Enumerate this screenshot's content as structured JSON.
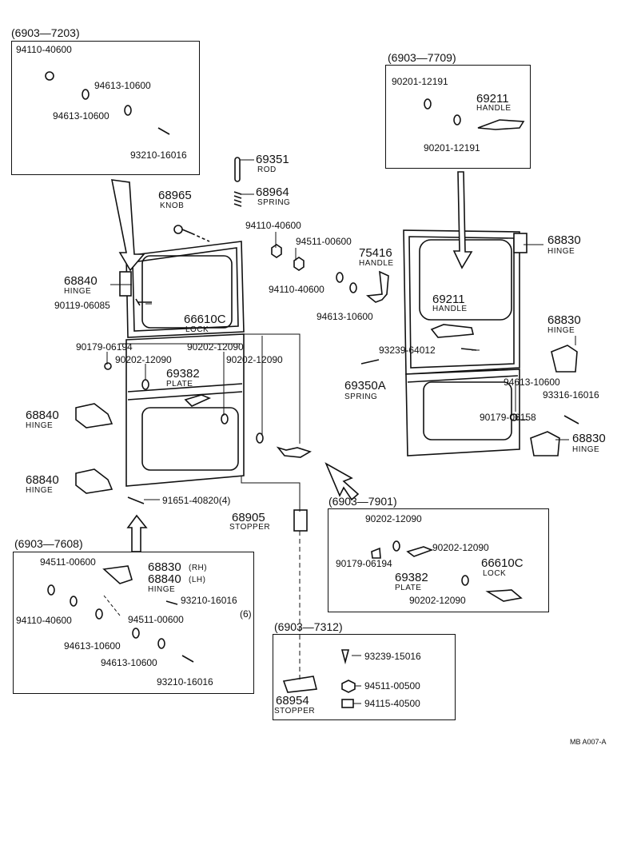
{
  "diagram_code": "MB A007-A",
  "groups": {
    "g7203": {
      "code": "(6903—7203)",
      "parts": [
        "94110-40600",
        "94613-10600",
        "94613-10600",
        "93210-16016"
      ]
    },
    "g7709": {
      "code": "(6903—7709)",
      "parts": [
        "90201-12191",
        "69211",
        "HANDLE",
        "90201-12191"
      ]
    },
    "g7608": {
      "code": "(6903—7608)",
      "parts": [
        "94511-00600",
        "68830",
        "(RH)",
        "68840",
        "(LH)",
        "HINGE",
        "94110-40600",
        "93210-16016",
        "(6)",
        "94511-00600",
        "94613-10600",
        "94613-10600",
        "93210-16016"
      ]
    },
    "g7901": {
      "code": "(6903—7901)",
      "parts": [
        "90202-12090",
        "90202-12090",
        "90179-06194",
        "69382",
        "PLATE",
        "90202-12090",
        "66610C",
        "LOCK",
        "90202-12090"
      ]
    },
    "g7312": {
      "code": "(6903—7312)",
      "parts": [
        "93239-15016",
        "94511-00500",
        "68954",
        "STOPPER",
        "94115-40500"
      ]
    }
  },
  "main": {
    "p69351": "69351",
    "n69351": "ROD",
    "p68965": "68965",
    "n68965": "KNOB",
    "p68964": "68964",
    "n68964": "SPRING",
    "p94110a": "94110-40600",
    "p94511": "94511-00600",
    "p94110b": "94110-40600",
    "p75416": "75416",
    "n75416": "HANDLE",
    "p94613": "94613-10600",
    "p68840a": "68840",
    "n68840a": "HINGE",
    "p90119": "90119-06085",
    "p66610": "66610C",
    "n66610": "LOCK",
    "p90179": "90179-06194",
    "p90202a": "90202-12090",
    "p90202b": "90202-12090",
    "p90202c": "90202-12090",
    "p69382": "69382",
    "n69382": "PLATE",
    "p68840b": "68840",
    "n68840b": "HINGE",
    "p68840c": "68840",
    "n68840c": "HINGE",
    "p91651": "91651-40820(4)",
    "p68905": "68905",
    "n68905": "STOPPER",
    "p68830a": "68830",
    "n68830a": "HINGE",
    "p69211": "69211",
    "n69211": "HANDLE",
    "p68830b": "68830",
    "n68830b": "HINGE",
    "p93239": "93239-64012",
    "p69350": "69350A",
    "n69350": "SPRING",
    "p94613b": "94613-10600",
    "p93316": "93316-16016",
    "p90179b": "90179-06158",
    "p68830c": "68830",
    "n68830c": "HINGE"
  }
}
